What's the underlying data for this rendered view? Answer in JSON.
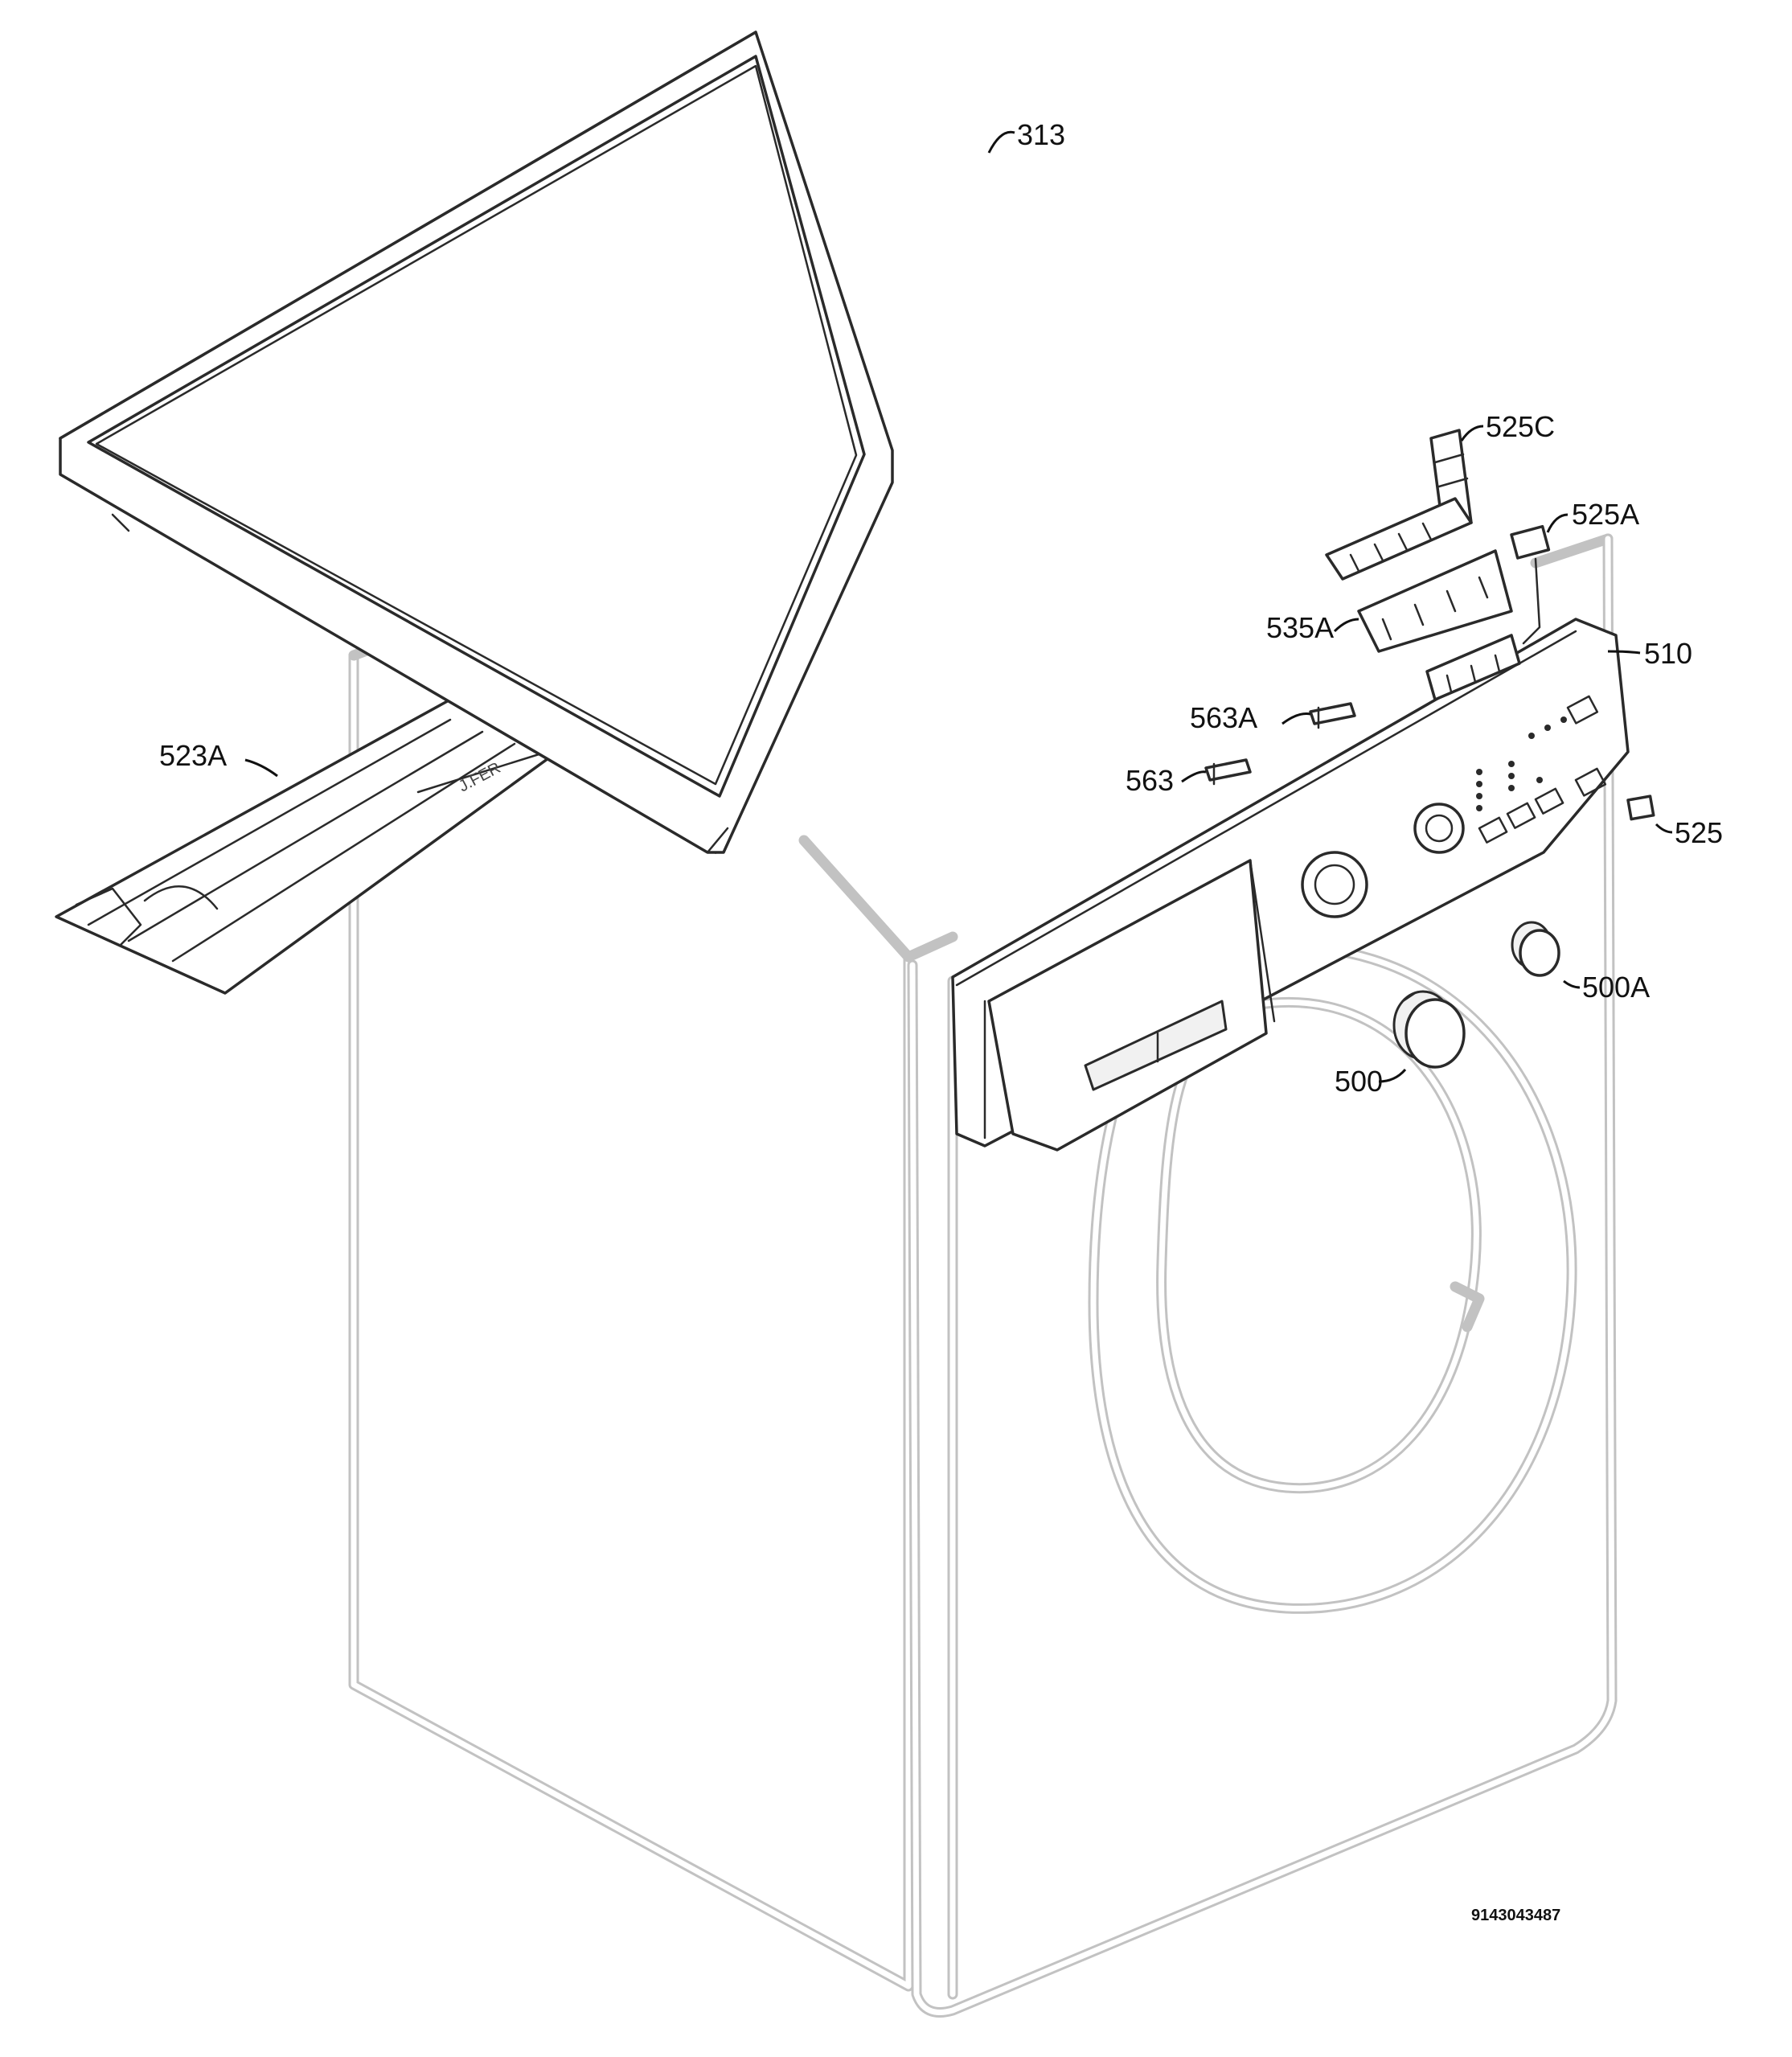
{
  "callouts": {
    "c313": "313",
    "c525c": "525C",
    "c525a": "525A",
    "c535a": "535A",
    "c510": "510",
    "c563a": "563A",
    "c563": "563",
    "c523a": "523A",
    "c525": "525",
    "c500a": "500A",
    "c500": "500"
  },
  "reference_number": "9143043487"
}
